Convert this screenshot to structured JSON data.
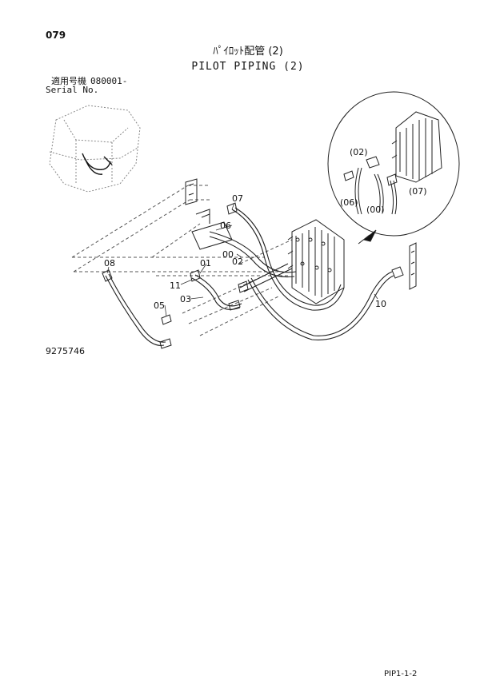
{
  "header": {
    "page_number": "079",
    "title_jp": "ﾊﾟｲﾛｯﾄ配管 (2)",
    "title_en": "PILOT PIPING (2)"
  },
  "serial": {
    "label_jp": "適用号機",
    "number": "080001-",
    "label_en": "Serial No."
  },
  "drawing_number": "9275746",
  "footer_code": "PIP1-1-2",
  "callouts": {
    "c07": "07",
    "c06": "06",
    "c00": "00",
    "c02": "02",
    "c01": "01",
    "c08": "08",
    "c11": "11",
    "c03": "03",
    "c05": "05",
    "c10": "10"
  },
  "detail_callouts": {
    "d02": "(02)",
    "d06": "(06)",
    "d00": "(00)",
    "d07": "(07)"
  }
}
